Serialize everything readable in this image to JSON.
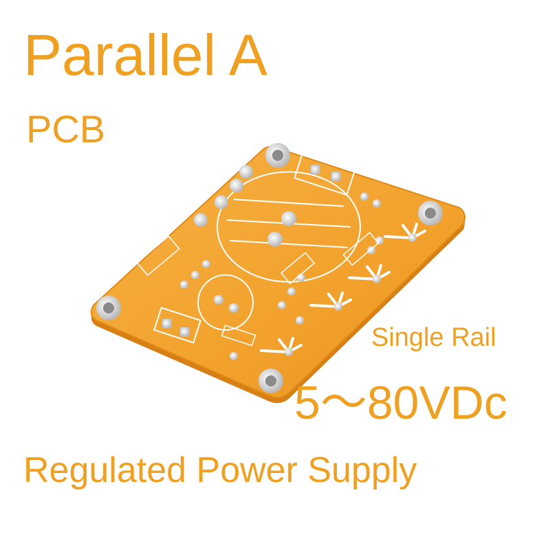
{
  "heading": {
    "title": "Parallel A",
    "subtitle": "PCB"
  },
  "spec": {
    "rail": "Single Rail",
    "voltage": "5～80VDc"
  },
  "footer": {
    "caption": "Regulated Power Supply"
  },
  "image": {
    "subject": "pcb-board-photo",
    "colors": {
      "text": "#f0a021",
      "board": "#f2a22c",
      "board_edge": "#e08a16",
      "silkscreen": "#ffffff",
      "pad": "#c9c9c9"
    }
  }
}
